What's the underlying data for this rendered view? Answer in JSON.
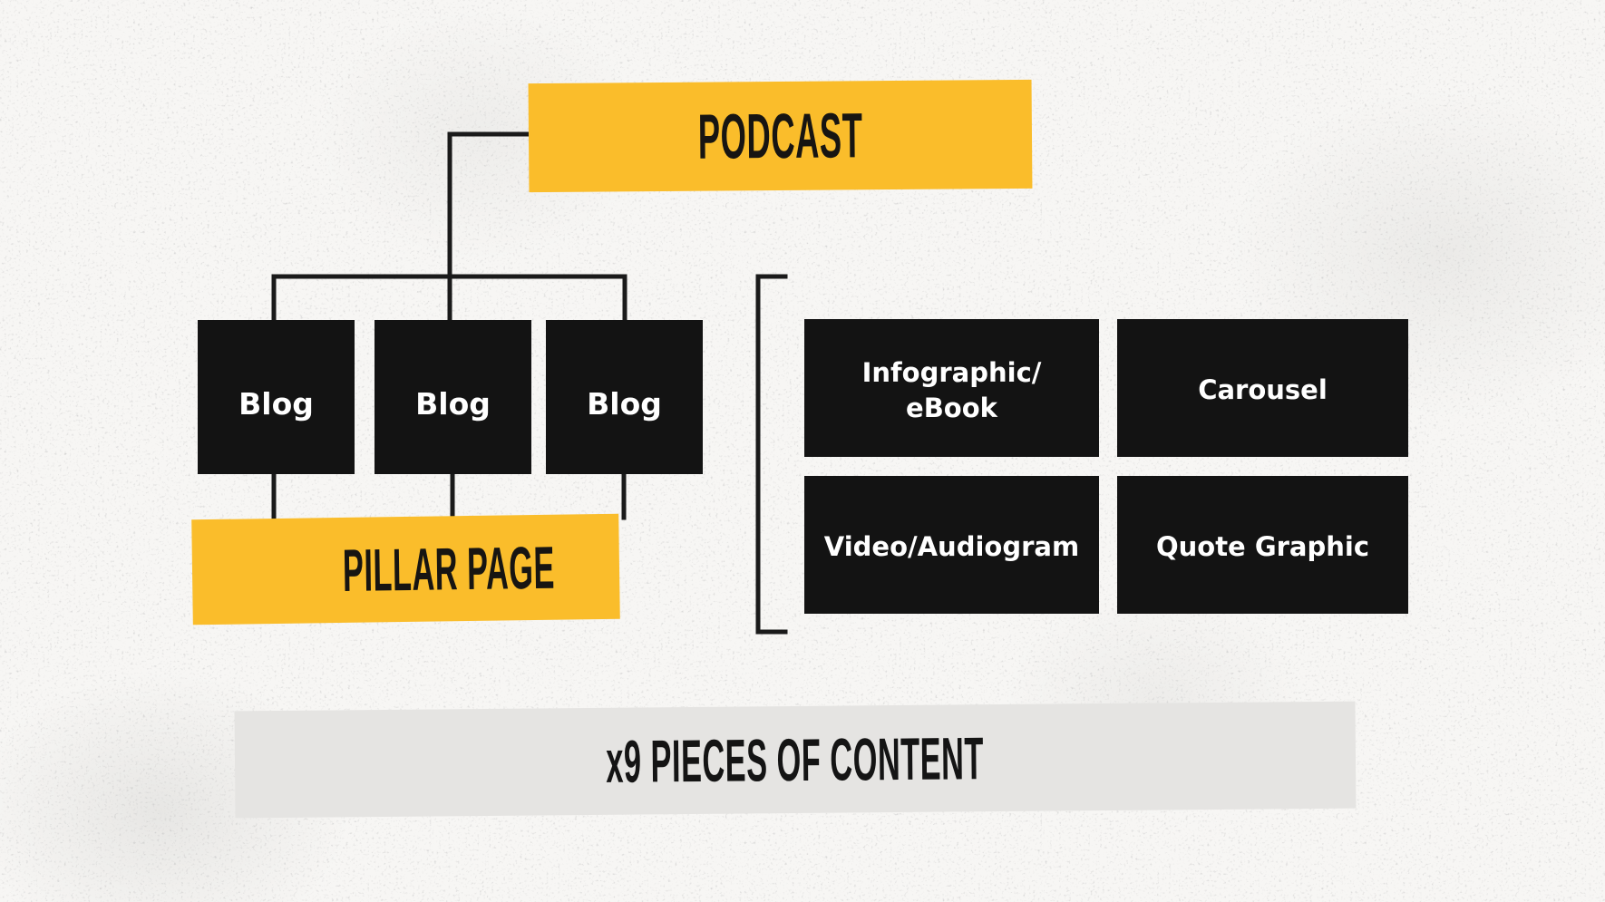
{
  "palette": {
    "yellow": "#FABD2B",
    "box_black": "#131313",
    "banner_gray": "#E5E4E2",
    "background": "#F7F6F4",
    "line": "#1A1A1A",
    "text_light": "#FFFFFF",
    "text_dark": "#171512"
  },
  "flow": {
    "podcast": {
      "label": "PODCAST"
    },
    "blogs": [
      {
        "label": "Blog"
      },
      {
        "label": "Blog"
      },
      {
        "label": "Blog"
      }
    ],
    "pillar": {
      "label": "PILLAR PAGE"
    },
    "outputs": [
      {
        "id": "infographic-ebook",
        "label": "Infographic/\neBook"
      },
      {
        "id": "carousel",
        "label": "Carousel"
      },
      {
        "id": "video-audiogram",
        "label": "Video/Audiogram"
      },
      {
        "id": "quote-graphic",
        "label": "Quote Graphic"
      }
    ],
    "summary": {
      "label": "x9 PIECES OF CONTENT"
    }
  }
}
